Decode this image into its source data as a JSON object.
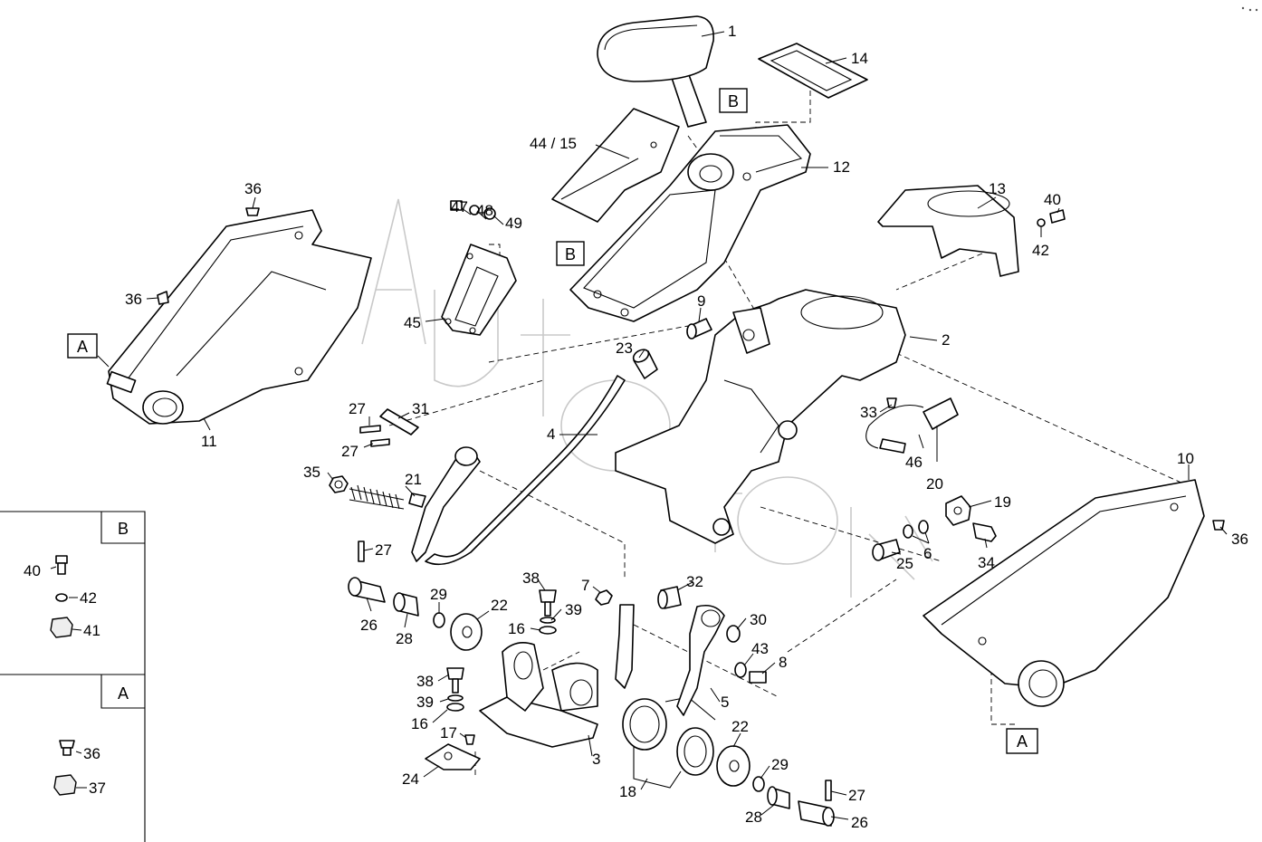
{
  "diagram": {
    "watermark": "Autoteile",
    "ref_boxes": {
      "A": "A",
      "B": "B"
    },
    "parts": {
      "p1": "1",
      "p2": "2",
      "p3": "3",
      "p4": "4",
      "p5": "5",
      "p6": "6",
      "p7": "7",
      "p8": "8",
      "p9": "9",
      "p10": "10",
      "p11": "11",
      "p12": "12",
      "p13": "13",
      "p14": "14",
      "p44_15": "44 / 15",
      "p16a": "16",
      "p16b": "16",
      "p17": "17",
      "p18": "18",
      "p19": "19",
      "p20": "20",
      "p21": "21",
      "p22a": "22",
      "p22b": "22",
      "p23": "23",
      "p24": "24",
      "p25": "25",
      "p26a": "26",
      "p26b": "26",
      "p27a": "27",
      "p27b": "27",
      "p27c": "27",
      "p27d": "27",
      "p28a": "28",
      "p28b": "28",
      "p29a": "29",
      "p29b": "29",
      "p30": "30",
      "p31": "31",
      "p32": "32",
      "p33": "33",
      "p34": "34",
      "p35": "35",
      "p36a": "36",
      "p36b": "36",
      "p36c": "36",
      "p36d": "36",
      "p37": "37",
      "p38a": "38",
      "p38b": "38",
      "p39a": "39",
      "p39b": "39",
      "p40a": "40",
      "p40b": "40",
      "p41": "41",
      "p42a": "42",
      "p42b": "42",
      "p43": "43",
      "p45": "45",
      "p46": "46",
      "p47": "47",
      "p48": "48",
      "p49": "49"
    },
    "legend": {
      "b_title": "B",
      "b_items": {
        "i1": "40",
        "i2": "42",
        "i3": "41"
      },
      "a_title": "A",
      "a_items": {
        "i1": "36",
        "i2": "37"
      }
    }
  }
}
